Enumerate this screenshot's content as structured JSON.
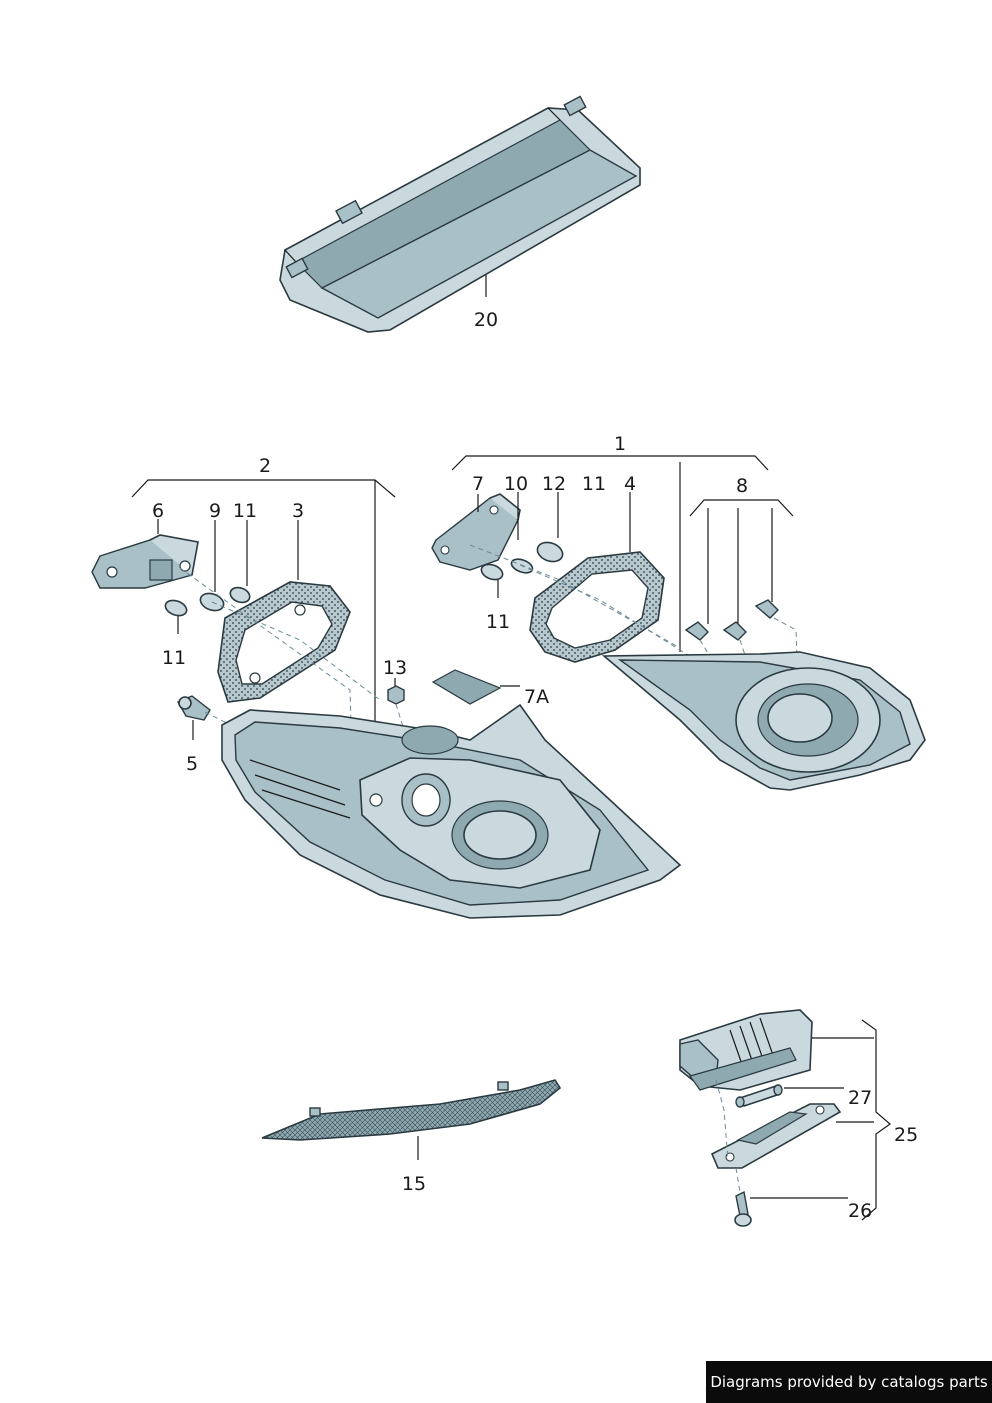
{
  "labels": {
    "p1": "1",
    "p2": "2",
    "p3": "3",
    "p4": "4",
    "p5": "5",
    "p6": "6",
    "p7": "7",
    "p7a": "7A",
    "p8": "8",
    "p9": "9",
    "p10": "10",
    "p11a": "11",
    "p11b": "11",
    "p11c": "11",
    "p11d": "11",
    "p12": "12",
    "p13": "13",
    "p15": "15",
    "p20": "20",
    "p25": "25",
    "p26": "26",
    "p27": "27"
  },
  "credit": "Diagrams provided by catalogs parts"
}
